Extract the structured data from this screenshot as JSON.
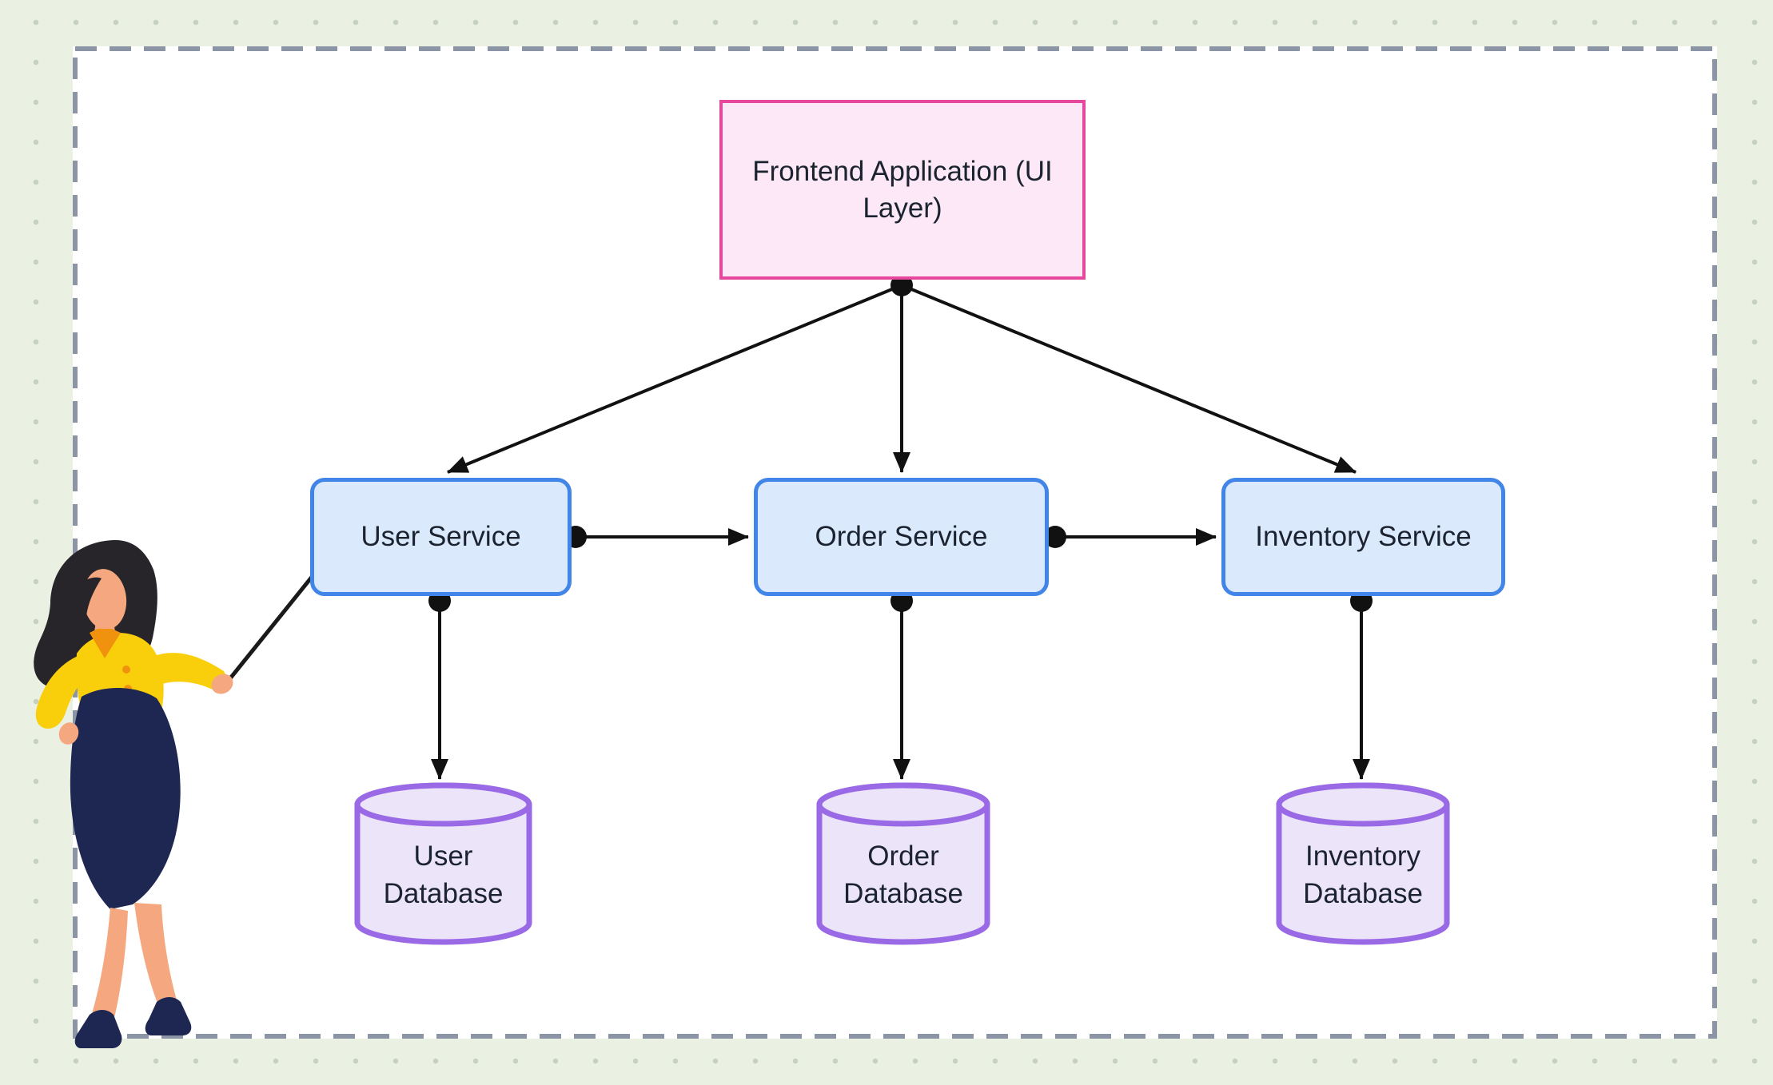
{
  "diagram_title": "Microservices architecture diagram",
  "nodes": {
    "frontend": {
      "id": "frontend-application",
      "label": "Frontend Application (UI Layer)",
      "fill": "#fce8f6",
      "border": "#e5489c"
    },
    "services": [
      {
        "id": "user-service",
        "label": "User Service",
        "fill": "#dbe9fc",
        "border": "#4285e8"
      },
      {
        "id": "order-service",
        "label": "Order Service",
        "fill": "#dbe9fc",
        "border": "#4285e8"
      },
      {
        "id": "inventory-service",
        "label": "Inventory Service",
        "fill": "#dbe9fc",
        "border": "#4285e8"
      }
    ],
    "databases": [
      {
        "id": "user-database",
        "label": "User Database",
        "shape": "cylinder",
        "fill": "#ece5fa",
        "border": "#9a6ae6"
      },
      {
        "id": "order-database",
        "label": "Order Database",
        "shape": "cylinder",
        "fill": "#ece5fa",
        "border": "#9a6ae6"
      },
      {
        "id": "inventory-database",
        "label": "Inventory Database",
        "shape": "cylinder",
        "fill": "#ece5fa",
        "border": "#9a6ae6"
      }
    ]
  },
  "edges": [
    {
      "from": "frontend-application",
      "to": "user-service",
      "arrow": true
    },
    {
      "from": "frontend-application",
      "to": "order-service",
      "arrow": true
    },
    {
      "from": "frontend-application",
      "to": "inventory-service",
      "arrow": true
    },
    {
      "from": "user-service",
      "to": "order-service",
      "arrow": true
    },
    {
      "from": "order-service",
      "to": "inventory-service",
      "arrow": true
    },
    {
      "from": "user-service",
      "to": "user-database",
      "arrow": true
    },
    {
      "from": "order-service",
      "to": "order-database",
      "arrow": true
    },
    {
      "from": "inventory-service",
      "to": "inventory-database",
      "arrow": true
    },
    {
      "from": "presenter-pointer",
      "to": "user-service",
      "arrow": false
    }
  ],
  "decorations": {
    "presenter": "woman presenter pointing at User Service",
    "dashed_frame_color": "#8b95a5",
    "connector_color": "#111111",
    "background_color": "#eaf1e3",
    "background_dot_color": "#c7d1bf",
    "canvas_color": "#ffffff",
    "text_color": "#1c2330"
  }
}
